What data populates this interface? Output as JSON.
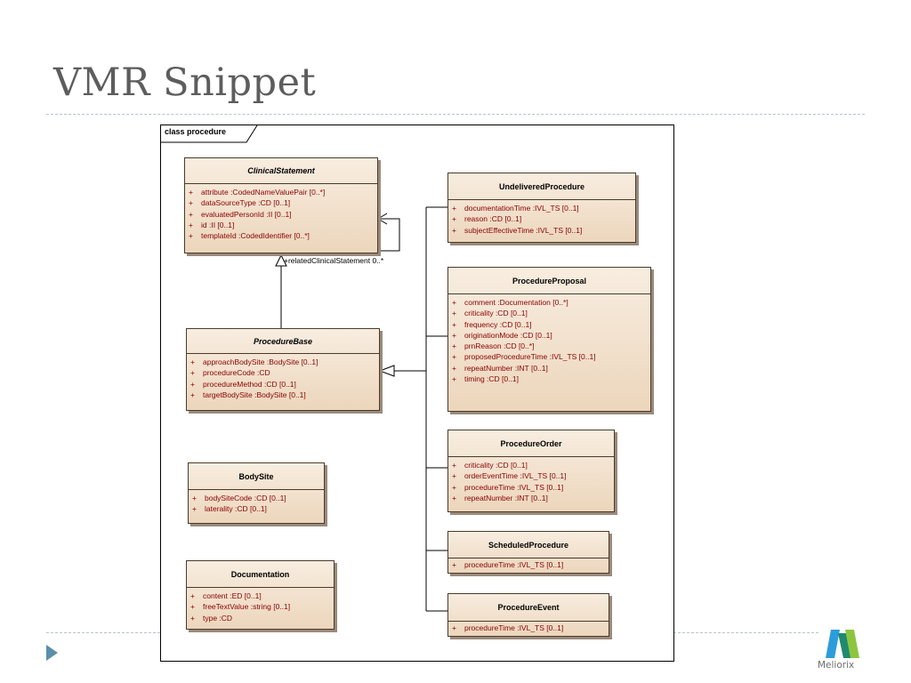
{
  "slide": {
    "title": "VMR Snippet",
    "logo_text": "Meliorix"
  },
  "diagram": {
    "frame_label": "class procedure",
    "association_label": "+relatedClinicalStatement 0..*",
    "classes": {
      "clinical_statement": {
        "name": "ClinicalStatement",
        "attributes": [
          "attribute  :CodedNameValuePair [0..*]",
          "dataSourceType  :CD [0..1]",
          "evaluatedPersonId  :II [0..1]",
          "id  :II [0..1]",
          "templateId  :CodedIdentifier [0..*]"
        ]
      },
      "procedure_base": {
        "name": "ProcedureBase",
        "attributes": [
          "approachBodySite  :BodySite [0..1]",
          "procedureCode  :CD",
          "procedureMethod  :CD [0..1]",
          "targetBodySite  :BodySite [0..1]"
        ]
      },
      "body_site": {
        "name": "BodySite",
        "attributes": [
          "bodySiteCode  :CD [0..1]",
          "laterality  :CD [0..1]"
        ]
      },
      "documentation": {
        "name": "Documentation",
        "attributes": [
          "content  :ED [0..1]",
          "freeTextValue  :string [0..1]",
          "type  :CD"
        ]
      },
      "undelivered_procedure": {
        "name": "UndeliveredProcedure",
        "attributes": [
          "documentationTime  :IVL_TS [0..1]",
          "reason  :CD [0..1]",
          "subjectEffectiveTime  :IVL_TS [0..1]"
        ]
      },
      "procedure_proposal": {
        "name": "ProcedureProposal",
        "attributes": [
          "comment  :Documentation [0..*]",
          "criticality  :CD [0..1]",
          "frequency  :CD [0..1]",
          "originationMode  :CD [0..1]",
          "prnReason  :CD [0..*]",
          "proposedProcedureTime  :IVL_TS [0..1]",
          "repeatNumber  :INT [0..1]",
          "timing  :CD [0..1]"
        ]
      },
      "procedure_order": {
        "name": "ProcedureOrder",
        "attributes": [
          "criticality  :CD [0..1]",
          "orderEventTime  :IVL_TS [0..1]",
          "procedureTime  :IVL_TS [0..1]",
          "repeatNumber  :INT [0..1]"
        ]
      },
      "scheduled_procedure": {
        "name": "ScheduledProcedure",
        "attributes": [
          "procedureTime  :IVL_TS [0..1]"
        ]
      },
      "procedure_event": {
        "name": "ProcedureEvent",
        "attributes": [
          "procedureTime  :IVL_TS [0..1]"
        ]
      }
    }
  }
}
